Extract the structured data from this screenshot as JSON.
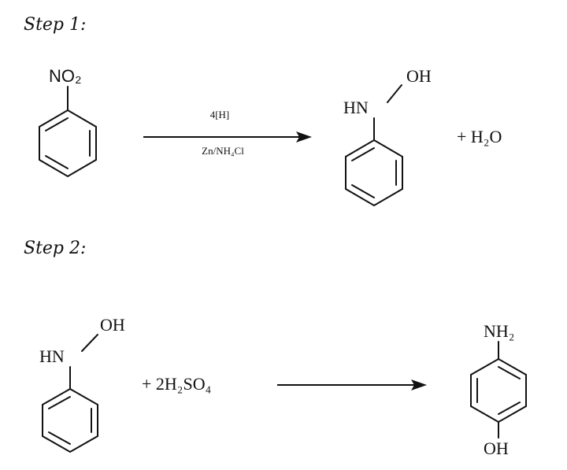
{
  "step1": {
    "label": "Step 1:",
    "reactant": {
      "substituent": "NO₂"
    },
    "conditions": {
      "above": "4[H]",
      "below": "Zn/NH₄Cl"
    },
    "product": {
      "group_top": "OH",
      "group_n": "HN"
    },
    "byproduct": "+ H₂O"
  },
  "step2": {
    "label": "Step 2:",
    "reactant": {
      "group_top": "OH",
      "group_n": "HN"
    },
    "reagent": "+ 2H₂SO₄",
    "product": {
      "top": "NH₂",
      "bottom": "OH"
    }
  }
}
